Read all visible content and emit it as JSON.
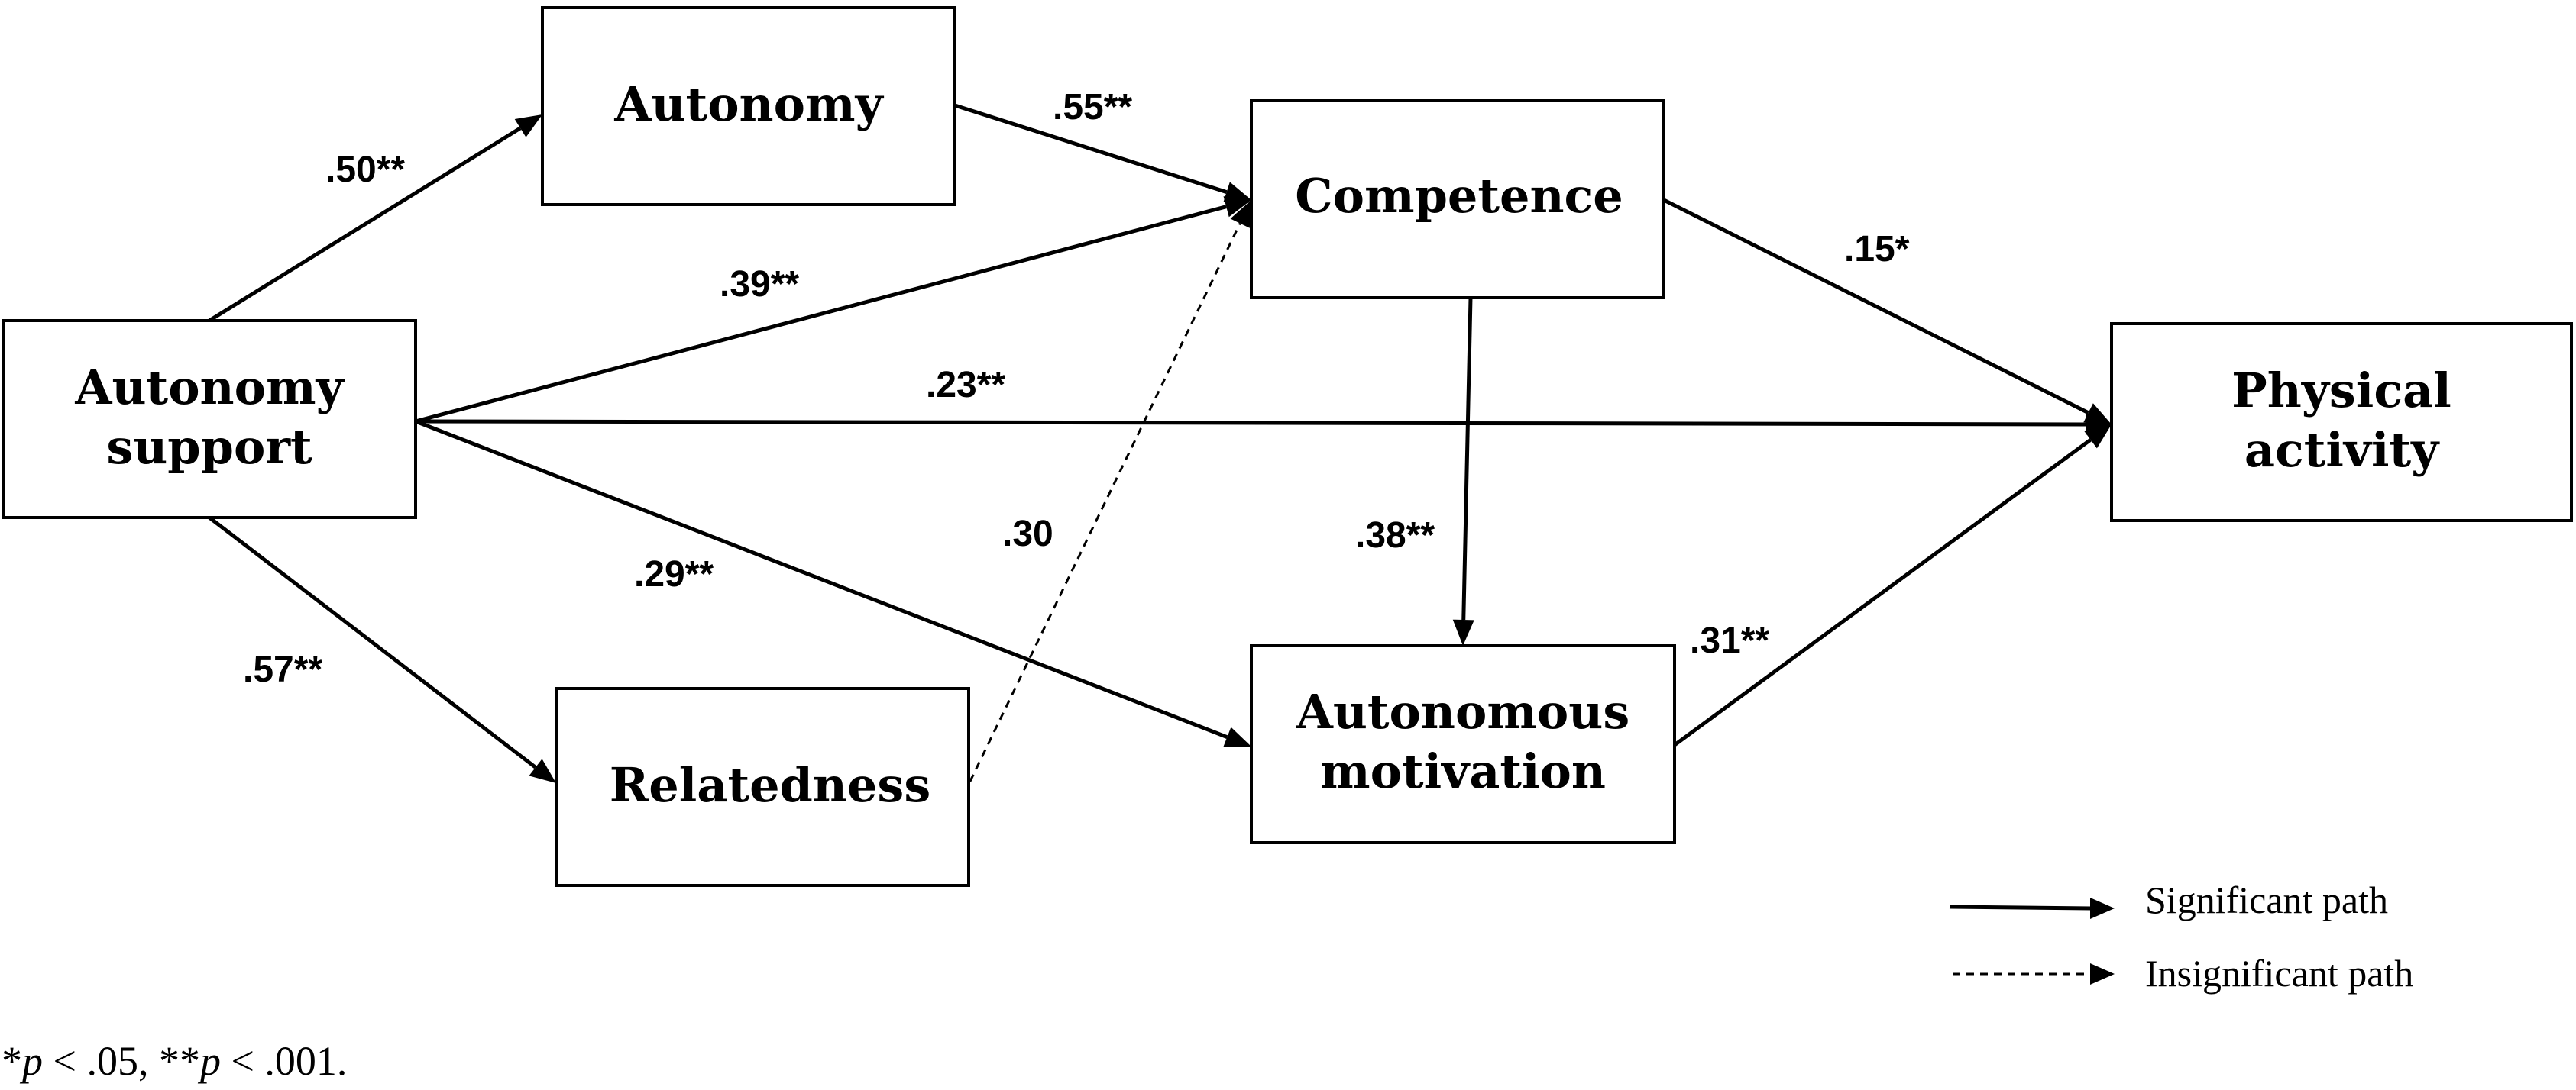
{
  "nodes": {
    "autonomy_support": [
      "Autonomy",
      "support"
    ],
    "autonomy": [
      "Autonomy"
    ],
    "relatedness": [
      "Relatedness"
    ],
    "competence": [
      "Competence"
    ],
    "autonomous_motivation": [
      "Autonomous",
      "motivation"
    ],
    "physical_activity": [
      "Physical",
      "activity"
    ]
  },
  "paths": [
    {
      "from": "autonomy_support",
      "to": "autonomy",
      "coef": ".50**",
      "significant": true
    },
    {
      "from": "autonomy_support",
      "to": "relatedness",
      "coef": ".57**",
      "significant": true
    },
    {
      "from": "autonomy_support",
      "to": "competence",
      "coef": ".39**",
      "significant": true
    },
    {
      "from": "autonomy_support",
      "to": "physical_activity",
      "coef": ".23**",
      "significant": true
    },
    {
      "from": "autonomy_support",
      "to": "autonomous_motivation",
      "coef": ".29**",
      "significant": true
    },
    {
      "from": "autonomy",
      "to": "competence",
      "coef": ".55**",
      "significant": true
    },
    {
      "from": "relatedness",
      "to": "competence",
      "coef": ".30",
      "significant": false
    },
    {
      "from": "competence",
      "to": "physical_activity",
      "coef": ".15*",
      "significant": true
    },
    {
      "from": "competence",
      "to": "autonomous_motivation",
      "coef": ".38**",
      "significant": true
    },
    {
      "from": "autonomous_motivation",
      "to": "physical_activity",
      "coef": ".31**",
      "significant": true
    }
  ],
  "legend": {
    "significant": "Significant path",
    "insignificant": "Insignificant path"
  },
  "note": {
    "star1": "*",
    "p1": "p",
    "rest1": " < .05, ",
    "star2": "**",
    "p2": "p",
    "rest2": " < .001."
  }
}
